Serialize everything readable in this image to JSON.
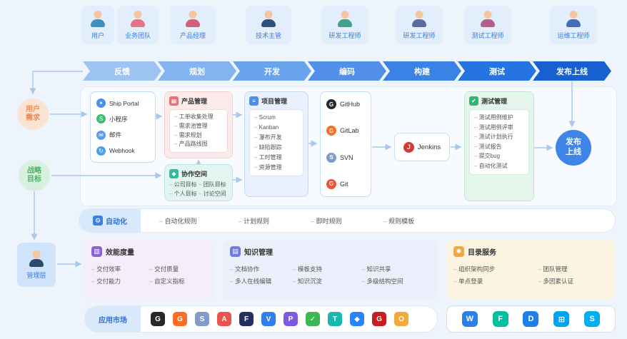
{
  "personas": [
    {
      "label": "用户"
    },
    {
      "label": "业务团队"
    },
    {
      "label": "产品经理"
    },
    {
      "label": "技术主管"
    },
    {
      "label": "研发工程师"
    },
    {
      "label": "研发工程师"
    },
    {
      "label": "测试工程师"
    },
    {
      "label": "运维工程师"
    }
  ],
  "pipeline": [
    "反馈",
    "规划",
    "开发",
    "编码",
    "构建",
    "测试",
    "发布上线"
  ],
  "circles": {
    "user_demand": "用户需求",
    "strategy_goal": "战略目标",
    "release": "发布上线"
  },
  "channels": {
    "items": [
      {
        "label": "Ship Portal",
        "glyph": "✦"
      },
      {
        "label": "小程序",
        "glyph": "S"
      },
      {
        "label": "邮件",
        "glyph": "✉"
      },
      {
        "label": "Webhook",
        "glyph": "↻"
      }
    ]
  },
  "product_mgmt": {
    "title": "产品管理",
    "glyph": "▦",
    "items": [
      "工单收集处理",
      "需求池管理",
      "需求规划",
      "产品路线图"
    ]
  },
  "collab_space": {
    "title": "协作空间",
    "glyph": "◆",
    "items": [
      "公司目标",
      "团队目标",
      "个人目标",
      "讨论空间"
    ]
  },
  "project_mgmt": {
    "title": "项目管理",
    "glyph": "≡",
    "items": [
      "Scrum",
      "Kanban",
      "瀑布开发",
      "缺陷跟踪",
      "工时管理",
      "资源管理"
    ]
  },
  "code_tools": {
    "items": [
      {
        "label": "GitHub",
        "glyph": "G"
      },
      {
        "label": "GitLab",
        "glyph": "G"
      },
      {
        "label": "SVN",
        "glyph": "S"
      },
      {
        "label": "Git",
        "glyph": "G"
      }
    ]
  },
  "ci": {
    "label": "Jenkins",
    "glyph": "J"
  },
  "test_mgmt": {
    "title": "测试管理",
    "glyph": "✔",
    "items": [
      "测试用例维护",
      "测试用例评审",
      "测试计划执行",
      "测试报告",
      "提交bug",
      "自动化测试"
    ]
  },
  "automation": {
    "title": "自动化",
    "icon_glyph": "⚙",
    "items": [
      "自动化规则",
      "计划规则",
      "即时规则",
      "规则模板"
    ]
  },
  "management": {
    "label": "管理层"
  },
  "insight": {
    "title": "效能度量",
    "glyph": "▥",
    "items": [
      "交付效率",
      "交付质量",
      "交付能力",
      "自定义指标"
    ]
  },
  "wiki": {
    "title": "知识管理",
    "glyph": "▤",
    "items": [
      "文档协作",
      "模板支持",
      "知识共享",
      "多人在线编辑",
      "知识沉淀",
      "多级结构空间"
    ]
  },
  "directory": {
    "title": "目录服务",
    "glyph": "✱",
    "items": [
      "组织架构同步",
      "团队管理",
      "单点登录",
      "多因素认证"
    ]
  },
  "marketplace": {
    "title": "应用市场",
    "icons": [
      {
        "name": "github",
        "glyph": "G"
      },
      {
        "name": "gitlab",
        "glyph": "G"
      },
      {
        "name": "svn",
        "glyph": "S"
      },
      {
        "name": "app-red",
        "glyph": "A"
      },
      {
        "name": "feishu",
        "glyph": "F"
      },
      {
        "name": "vscode",
        "glyph": "V"
      },
      {
        "name": "app-purple",
        "glyph": "P"
      },
      {
        "name": "app-green",
        "glyph": "✓"
      },
      {
        "name": "app-teal",
        "glyph": "T"
      },
      {
        "name": "jira",
        "glyph": "◆"
      },
      {
        "name": "gitee",
        "glyph": "G"
      },
      {
        "name": "app-orange",
        "glyph": "O"
      }
    ]
  },
  "integrations": {
    "icons": [
      {
        "name": "wechat-work",
        "glyph": "W"
      },
      {
        "name": "feishu",
        "glyph": "F"
      },
      {
        "name": "dingtalk",
        "glyph": "D"
      },
      {
        "name": "windows",
        "glyph": "⊞"
      },
      {
        "name": "skype",
        "glyph": "S"
      }
    ]
  }
}
